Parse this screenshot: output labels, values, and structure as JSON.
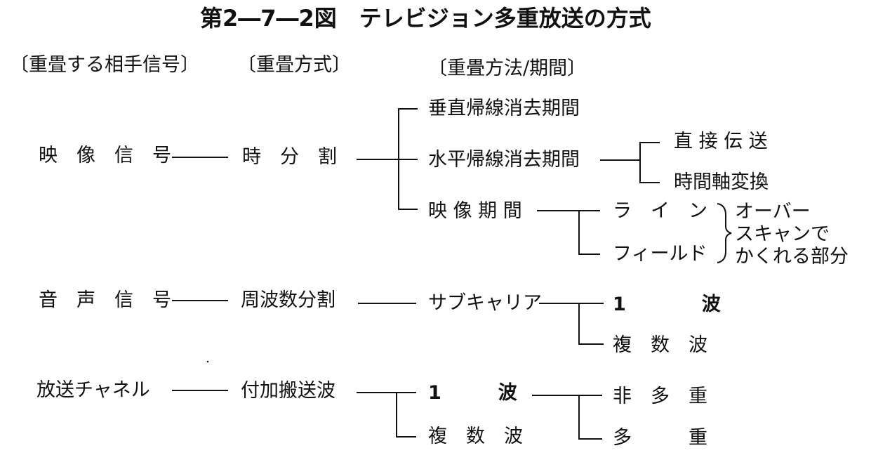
{
  "title": "第2―7―2図　テレビジョン多重放送の方式",
  "headers": {
    "target": "〔重畳する相手信号〕",
    "method": "〔重畳方式〕",
    "period": "〔重畳方法/期間〕"
  },
  "signals": {
    "video": "映　像　信　号",
    "audio": "音　声　信　号",
    "channel": "放送チャネル"
  },
  "methods": {
    "tdm": "時　分　割",
    "fdm": "周波数分割",
    "carrier": "付加搬送波"
  },
  "periods": {
    "vblank": "垂直帰線消去期間",
    "hblank": "水平帰線消去期間",
    "video_period": "映 像 期 間",
    "subcarrier": "サブキャリア",
    "one_wave": "1　　　波",
    "multi_wave": "複　数　波"
  },
  "details": {
    "direct": "直 接 伝 送",
    "time_axis": "時間軸変換",
    "line": "ラ　イ　ン",
    "field": "フィールド",
    "overscan_1": "オーバー",
    "overscan_2": "スキャンで",
    "overscan_3": "かくれる部分",
    "audio_one": "1　　　　波",
    "audio_multi": "複　数　波",
    "non_multiplex": "非　多　重",
    "multiplex": "多　　　重"
  }
}
